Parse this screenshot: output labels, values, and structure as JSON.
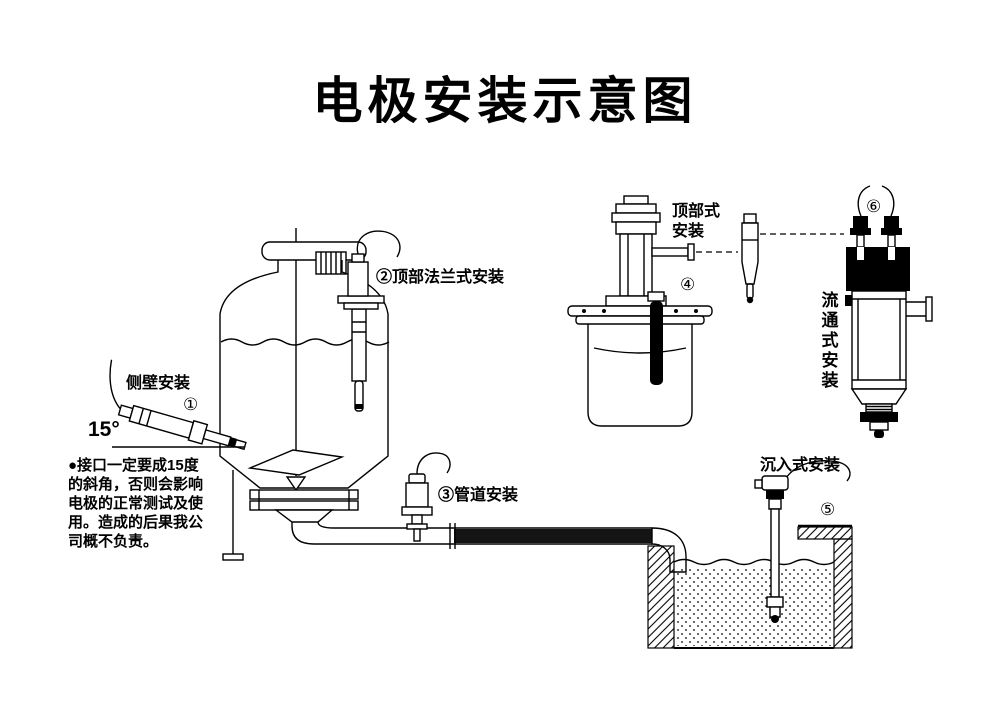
{
  "title": "电极安装示意图",
  "labels": {
    "side_wall": {
      "name": "侧壁安装",
      "num": "①",
      "angle": "15°"
    },
    "top_flange": {
      "text": "②顶部法兰式安装"
    },
    "pipeline": {
      "text": "③管道安装"
    },
    "top_type": {
      "line1": "顶部式",
      "line2": "安装",
      "num": "④"
    },
    "submersion": {
      "name": "沉入式安装",
      "num": "⑤"
    },
    "flow_through": {
      "num": "⑥",
      "chars": [
        "流",
        "通",
        "式",
        "安",
        "装"
      ]
    }
  },
  "note": {
    "lines": [
      "●接口一定要成15度",
      "的斜角，否则会影响",
      "电极的正常测试及使",
      "用。造成的后果我公",
      "司概不负责。"
    ]
  }
}
